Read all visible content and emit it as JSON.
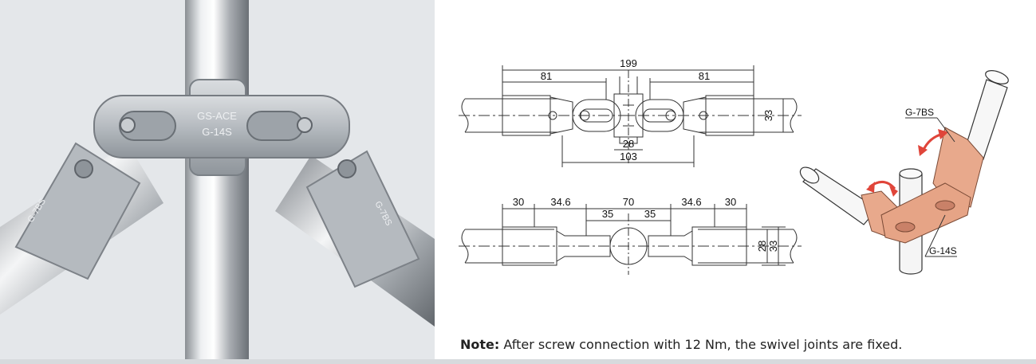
{
  "photo": {
    "engraving_line1": "GS-ACE",
    "engraving_line2": "G-14S",
    "engraving_left": "G-7BS",
    "engraving_right": "G-7BS"
  },
  "top_view": {
    "dim_overall": "199",
    "dim_left": "81",
    "dim_right": "81",
    "dim_height": "33",
    "dim_center_width": "28",
    "dim_inner": "103"
  },
  "side_view": {
    "dim_a": "30",
    "dim_b": "34.6",
    "dim_c": "70",
    "dim_d": "34.6",
    "dim_e": "30",
    "dim_f": "35",
    "dim_g": "35",
    "dim_h1": "28",
    "dim_h2": "33"
  },
  "iso_view": {
    "label_top": "G-7BS",
    "label_bottom": "G-14S",
    "accent_color": "#e8a98c",
    "arrow_color": "#e0453a"
  },
  "note": {
    "label": "Note:",
    "text": " After screw connection with 12 Nm, the swivel joints are fixed."
  }
}
